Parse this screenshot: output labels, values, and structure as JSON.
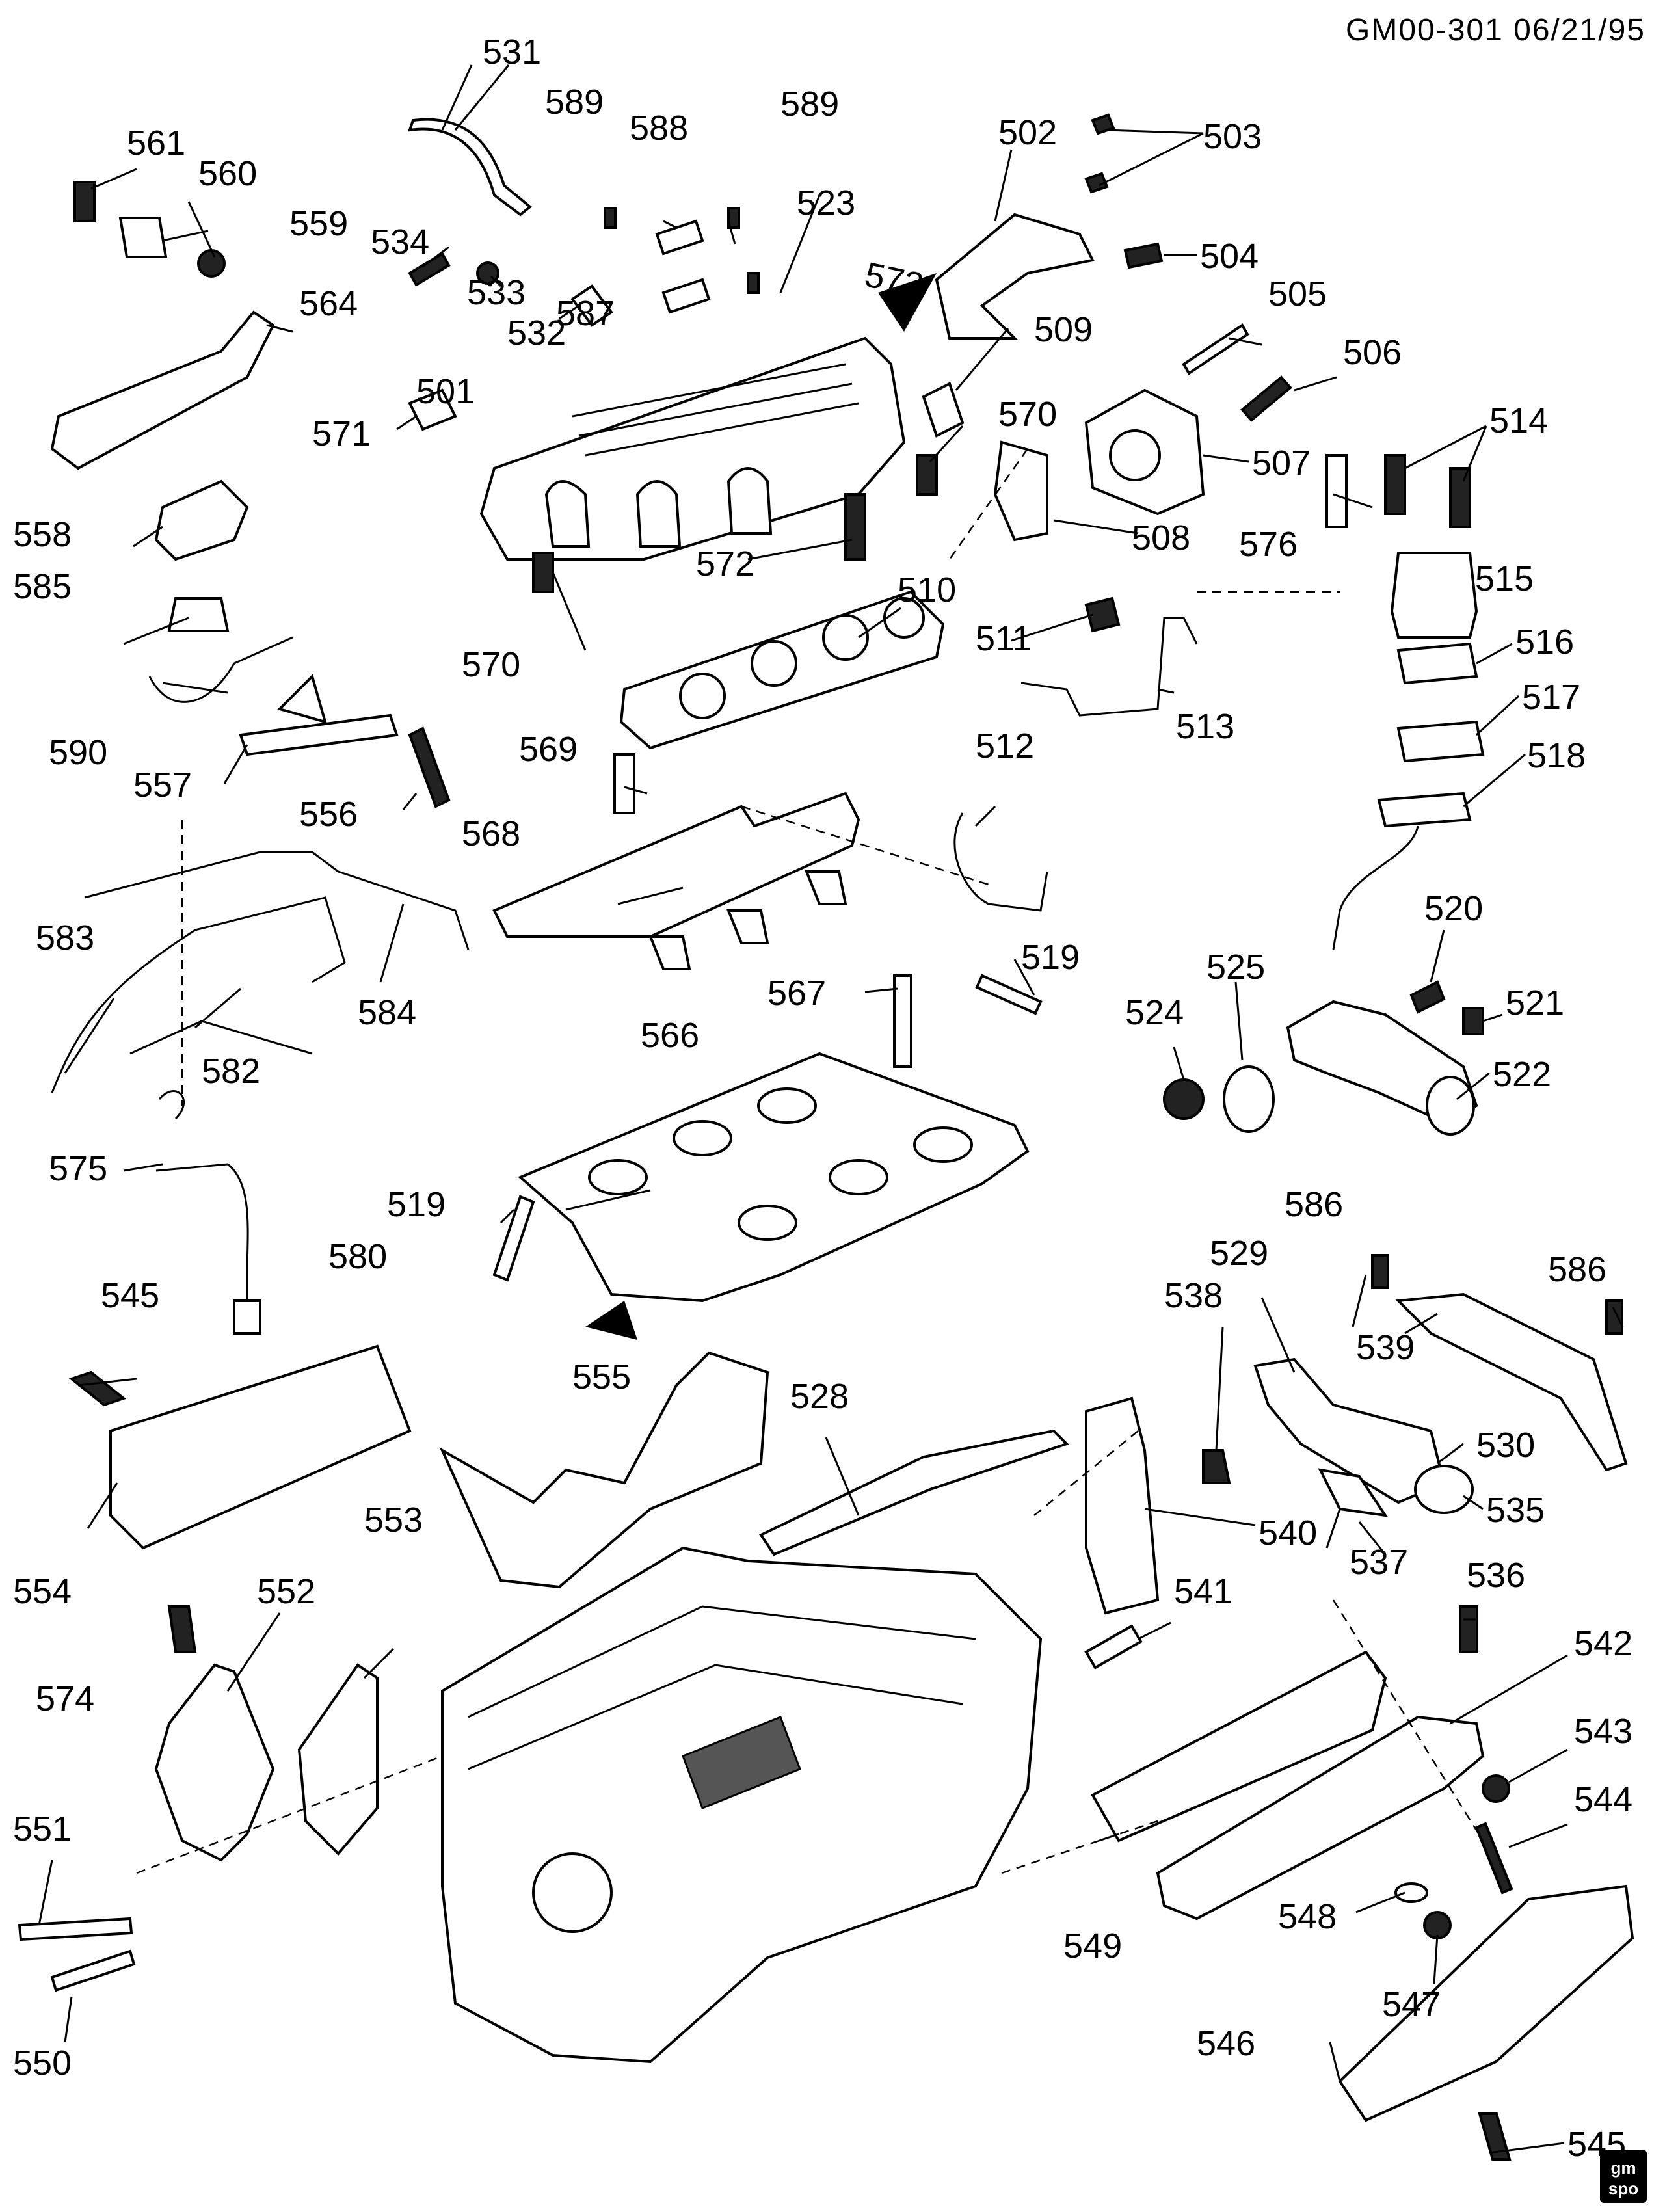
{
  "header": {
    "id_code": "GM00-301 06/21/95"
  },
  "logo": {
    "line1": "gm",
    "line2": "spo"
  },
  "callouts": {
    "c501": "501",
    "c502": "502",
    "c503": "503",
    "c504": "504",
    "c505": "505",
    "c506": "506",
    "c507": "507",
    "c508": "508",
    "c509": "509",
    "c510": "510",
    "c511": "511",
    "c512": "512",
    "c513": "513",
    "c514": "514",
    "c515": "515",
    "c516": "516",
    "c517": "517",
    "c518": "518",
    "c519a": "519",
    "c519b": "519",
    "c520": "520",
    "c521": "521",
    "c522": "522",
    "c523": "523",
    "c524": "524",
    "c525": "525",
    "c528": "528",
    "c529": "529",
    "c530": "530",
    "c531": "531",
    "c532": "532",
    "c533": "533",
    "c534": "534",
    "c535": "535",
    "c536": "536",
    "c537": "537",
    "c538": "538",
    "c539": "539",
    "c540": "540",
    "c541": "541",
    "c542": "542",
    "c543": "543",
    "c544": "544",
    "c545a": "545",
    "c545b": "545",
    "c546": "546",
    "c547": "547",
    "c548": "548",
    "c549": "549",
    "c550": "550",
    "c551": "551",
    "c552": "552",
    "c553": "553",
    "c554": "554",
    "c555": "555",
    "c556": "556",
    "c557": "557",
    "c558": "558",
    "c559": "559",
    "c560": "560",
    "c561": "561",
    "c564": "564",
    "c566": "566",
    "c567": "567",
    "c568": "568",
    "c569": "569",
    "c570a": "570",
    "c570b": "570",
    "c571": "571",
    "c572": "572",
    "c573": "573",
    "c574": "574",
    "c575": "575",
    "c576": "576",
    "c580": "580",
    "c582": "582",
    "c583": "583",
    "c584": "584",
    "c585": "585",
    "c586a": "586",
    "c586b": "586",
    "c587": "587",
    "c588": "588",
    "c589a": "589",
    "c589b": "589",
    "c590": "590"
  }
}
